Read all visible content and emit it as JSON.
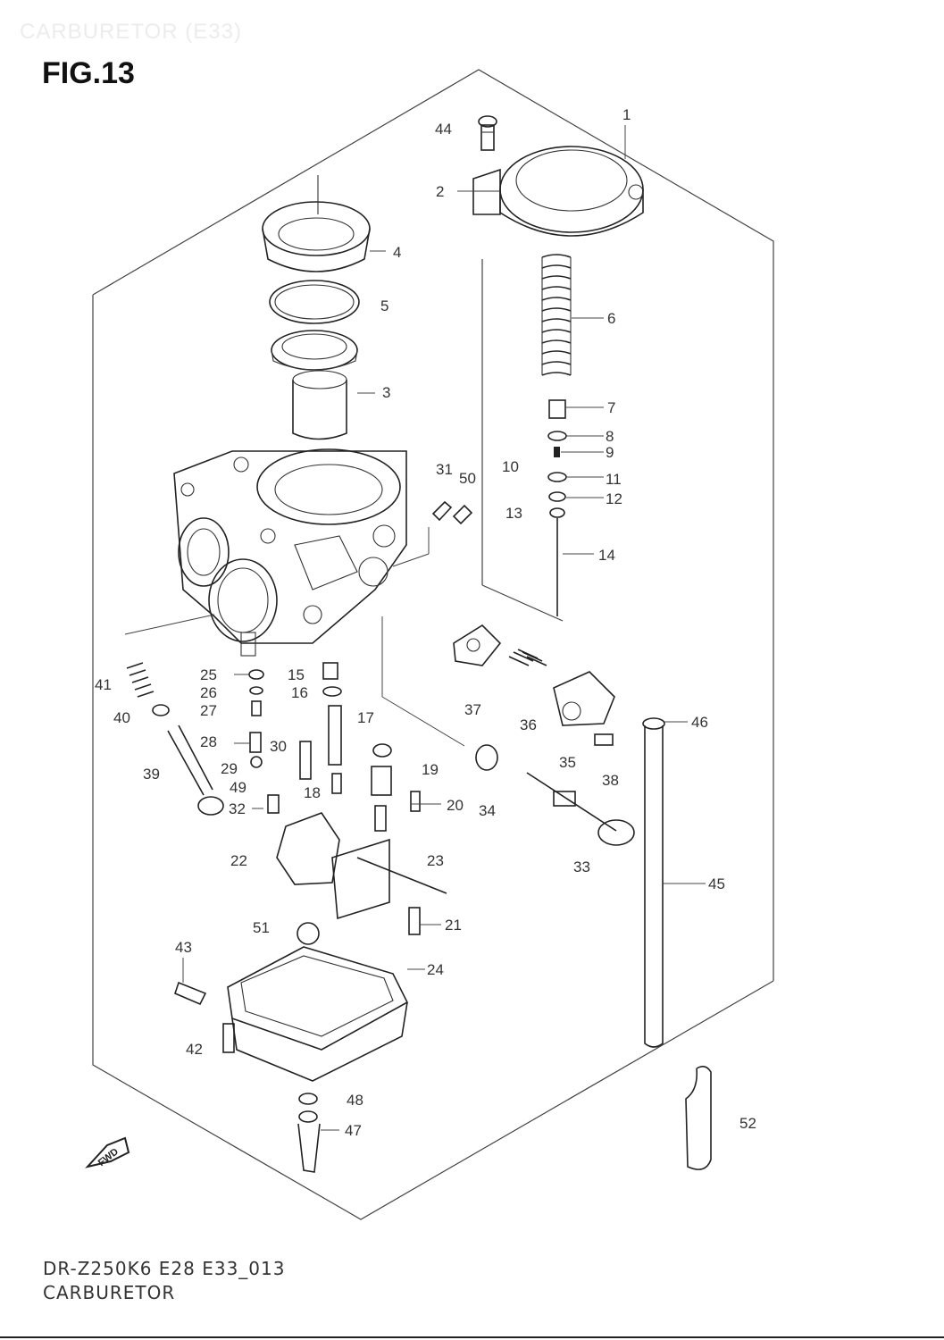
{
  "header_faded": "CARBURETOR (E33)",
  "figure_title": "FIG.13",
  "footer": {
    "code": "DR-Z250K6 E28 E33_013",
    "name": "CARBURETOR"
  },
  "fwd_label": "FWD",
  "parts": [
    "1",
    "2",
    "3",
    "4",
    "5",
    "6",
    "7",
    "8",
    "9",
    "10",
    "11",
    "12",
    "13",
    "14",
    "15",
    "16",
    "17",
    "18",
    "19",
    "20",
    "21",
    "22",
    "23",
    "24",
    "25",
    "26",
    "27",
    "28",
    "29",
    "30",
    "31",
    "32",
    "33",
    "34",
    "35",
    "36",
    "37",
    "38",
    "39",
    "40",
    "41",
    "42",
    "43",
    "44",
    "45",
    "46",
    "47",
    "48",
    "49",
    "50",
    "51",
    "52"
  ]
}
